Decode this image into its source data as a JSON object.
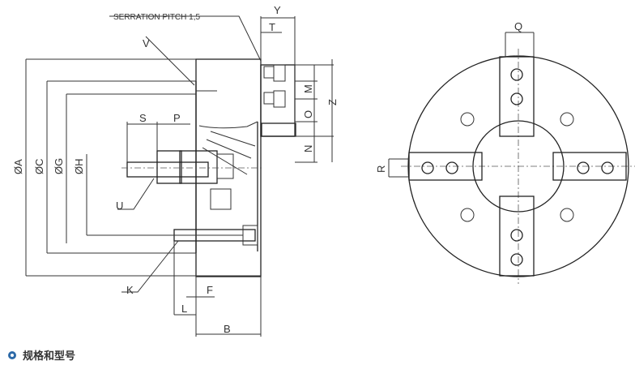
{
  "drawing": {
    "serration_note": "SERRATION PITCH  1,5",
    "labels": {
      "A": "ØA",
      "C": "ØC",
      "G": "ØG",
      "H": "ØH",
      "S": "S",
      "P": "P",
      "U": "U",
      "V": "V",
      "K": "K",
      "L": "L",
      "F": "F",
      "B": "B",
      "Y": "Y",
      "T": "T",
      "M": "M",
      "O": "O",
      "N": "N",
      "Z": "Z",
      "Q": "Q",
      "R": "R"
    }
  },
  "caption": "规格和型号",
  "colors": {
    "accent": "#2d6aa8"
  }
}
